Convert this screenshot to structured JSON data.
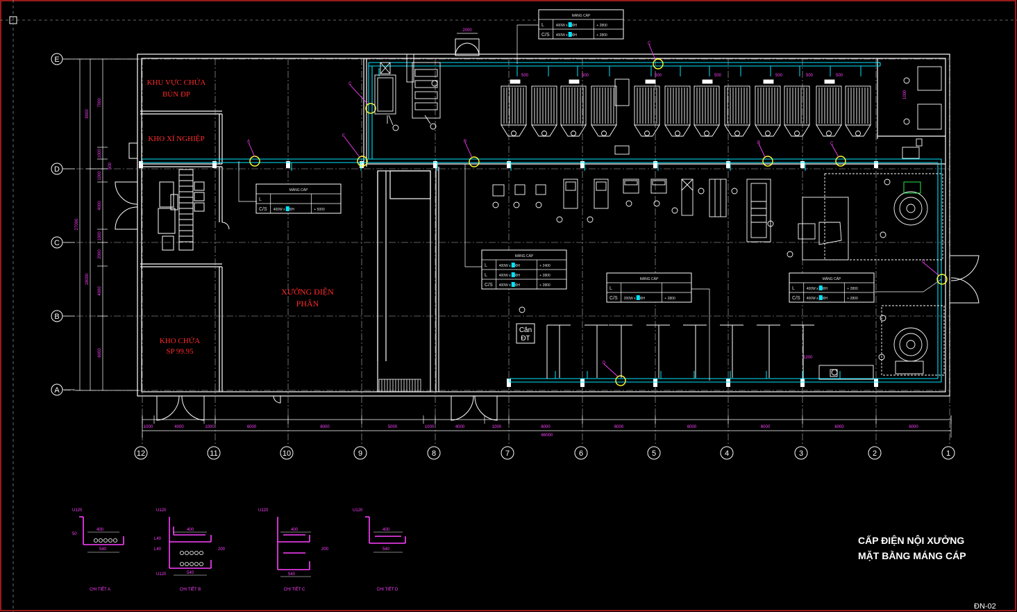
{
  "drawing": {
    "title_line1": "CẤP ĐIỆN NỘI XƯỞNG",
    "title_line2": "MẶT BẰNG MÁNG CÁP",
    "sheet_no": "ĐN-02",
    "colors": {
      "background": "#000000",
      "wall": "#ffffff",
      "tray": "#00ffff",
      "label": "#ff2a2a",
      "dim": "#ff40ff",
      "leader": "#00ff88"
    }
  },
  "rooms": {
    "khu_vuc_chua_1": "KHU VỰC CHỨA",
    "khu_vuc_chua_2": "BÙN ĐP",
    "kho_xi_nghiep": "KHO XÍ NGHIỆP",
    "xuong_dien_phan_1": "XƯỞNG ĐIỆN",
    "xuong_dien_phan_2": "PHÂN",
    "kho_chua_1": "KHO CHỨA",
    "kho_chua_2": "SP 99.95",
    "can_1": "Cân",
    "can_2": "ĐT"
  },
  "grid": {
    "rows": [
      "E",
      "D",
      "C",
      "B",
      "A"
    ],
    "cols": [
      "12",
      "11",
      "10",
      "9",
      "8",
      "7",
      "6",
      "5",
      "4",
      "3",
      "2",
      "1"
    ]
  },
  "dims": {
    "bottom": [
      "1000",
      "4000",
      "1000",
      "6000",
      "6000",
      "5000",
      "1000",
      "4000",
      "1000",
      "6000",
      "6000",
      "6000",
      "6000",
      "6000",
      "6000"
    ],
    "total": "66000",
    "door_top": "2000",
    "left_outer": [
      "27000"
    ],
    "left_mid": [
      "9000",
      "18000"
    ],
    "left_inner": [
      "7000",
      "1000",
      "1000",
      "4000",
      "1000",
      "2000",
      "4000",
      "6000"
    ],
    "tray_500": "500",
    "tray_1000": "1000",
    "tray_1200": "1200"
  },
  "schedules": {
    "title": "MÁNG CÁP",
    "top": [
      [
        "L",
        "400W x 100H",
        "+ 2800"
      ],
      [
        "C/S",
        "400W x 100H",
        "+ 2800"
      ]
    ],
    "left": [
      [
        "L",
        "",
        ""
      ],
      [
        "C/S",
        "400W x 100H",
        "+ 5000"
      ]
    ],
    "mid": [
      [
        "L",
        "400W x 100H",
        "+ 2400"
      ],
      [
        "L",
        "400W x 100H",
        "+ 2800"
      ],
      [
        "C/S",
        "400W x 100H",
        "+ 2800"
      ]
    ],
    "right1": [
      [
        "L",
        "",
        ""
      ],
      [
        "C/S",
        "200W x 100H",
        "+ 2800"
      ]
    ],
    "right2": [
      [
        "L",
        "400W x 100H",
        "+ 2800"
      ],
      [
        "C/S",
        "400W x 100H",
        "+ 2800"
      ]
    ]
  },
  "section_markers": [
    "A",
    "E",
    "B",
    "B",
    "C",
    "C",
    "D",
    "D",
    "C"
  ],
  "details": {
    "a": "CHI TIẾT A",
    "b": "CHI TIẾT B",
    "c": "CHI TIẾT C",
    "d": "CHI TIẾT D",
    "u120": "U120",
    "l40": "L40",
    "w400": "400",
    "w540": "540",
    "h50": "50",
    "h200": "200"
  }
}
